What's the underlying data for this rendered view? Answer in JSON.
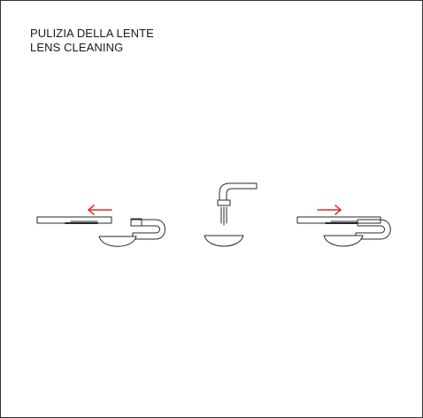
{
  "header": {
    "title": "PULIZIA DELLA LENTE",
    "subtitle": "LENS CLEANING"
  },
  "steps": [
    {
      "name": "remove-lens",
      "arrow_direction": "left"
    },
    {
      "name": "rinse-lens",
      "arrow_direction": "none"
    },
    {
      "name": "reinsert-lens",
      "arrow_direction": "right"
    }
  ],
  "colors": {
    "line": "#2a2a2a",
    "arrow": "#e32a2a",
    "background": "#ffffff"
  }
}
